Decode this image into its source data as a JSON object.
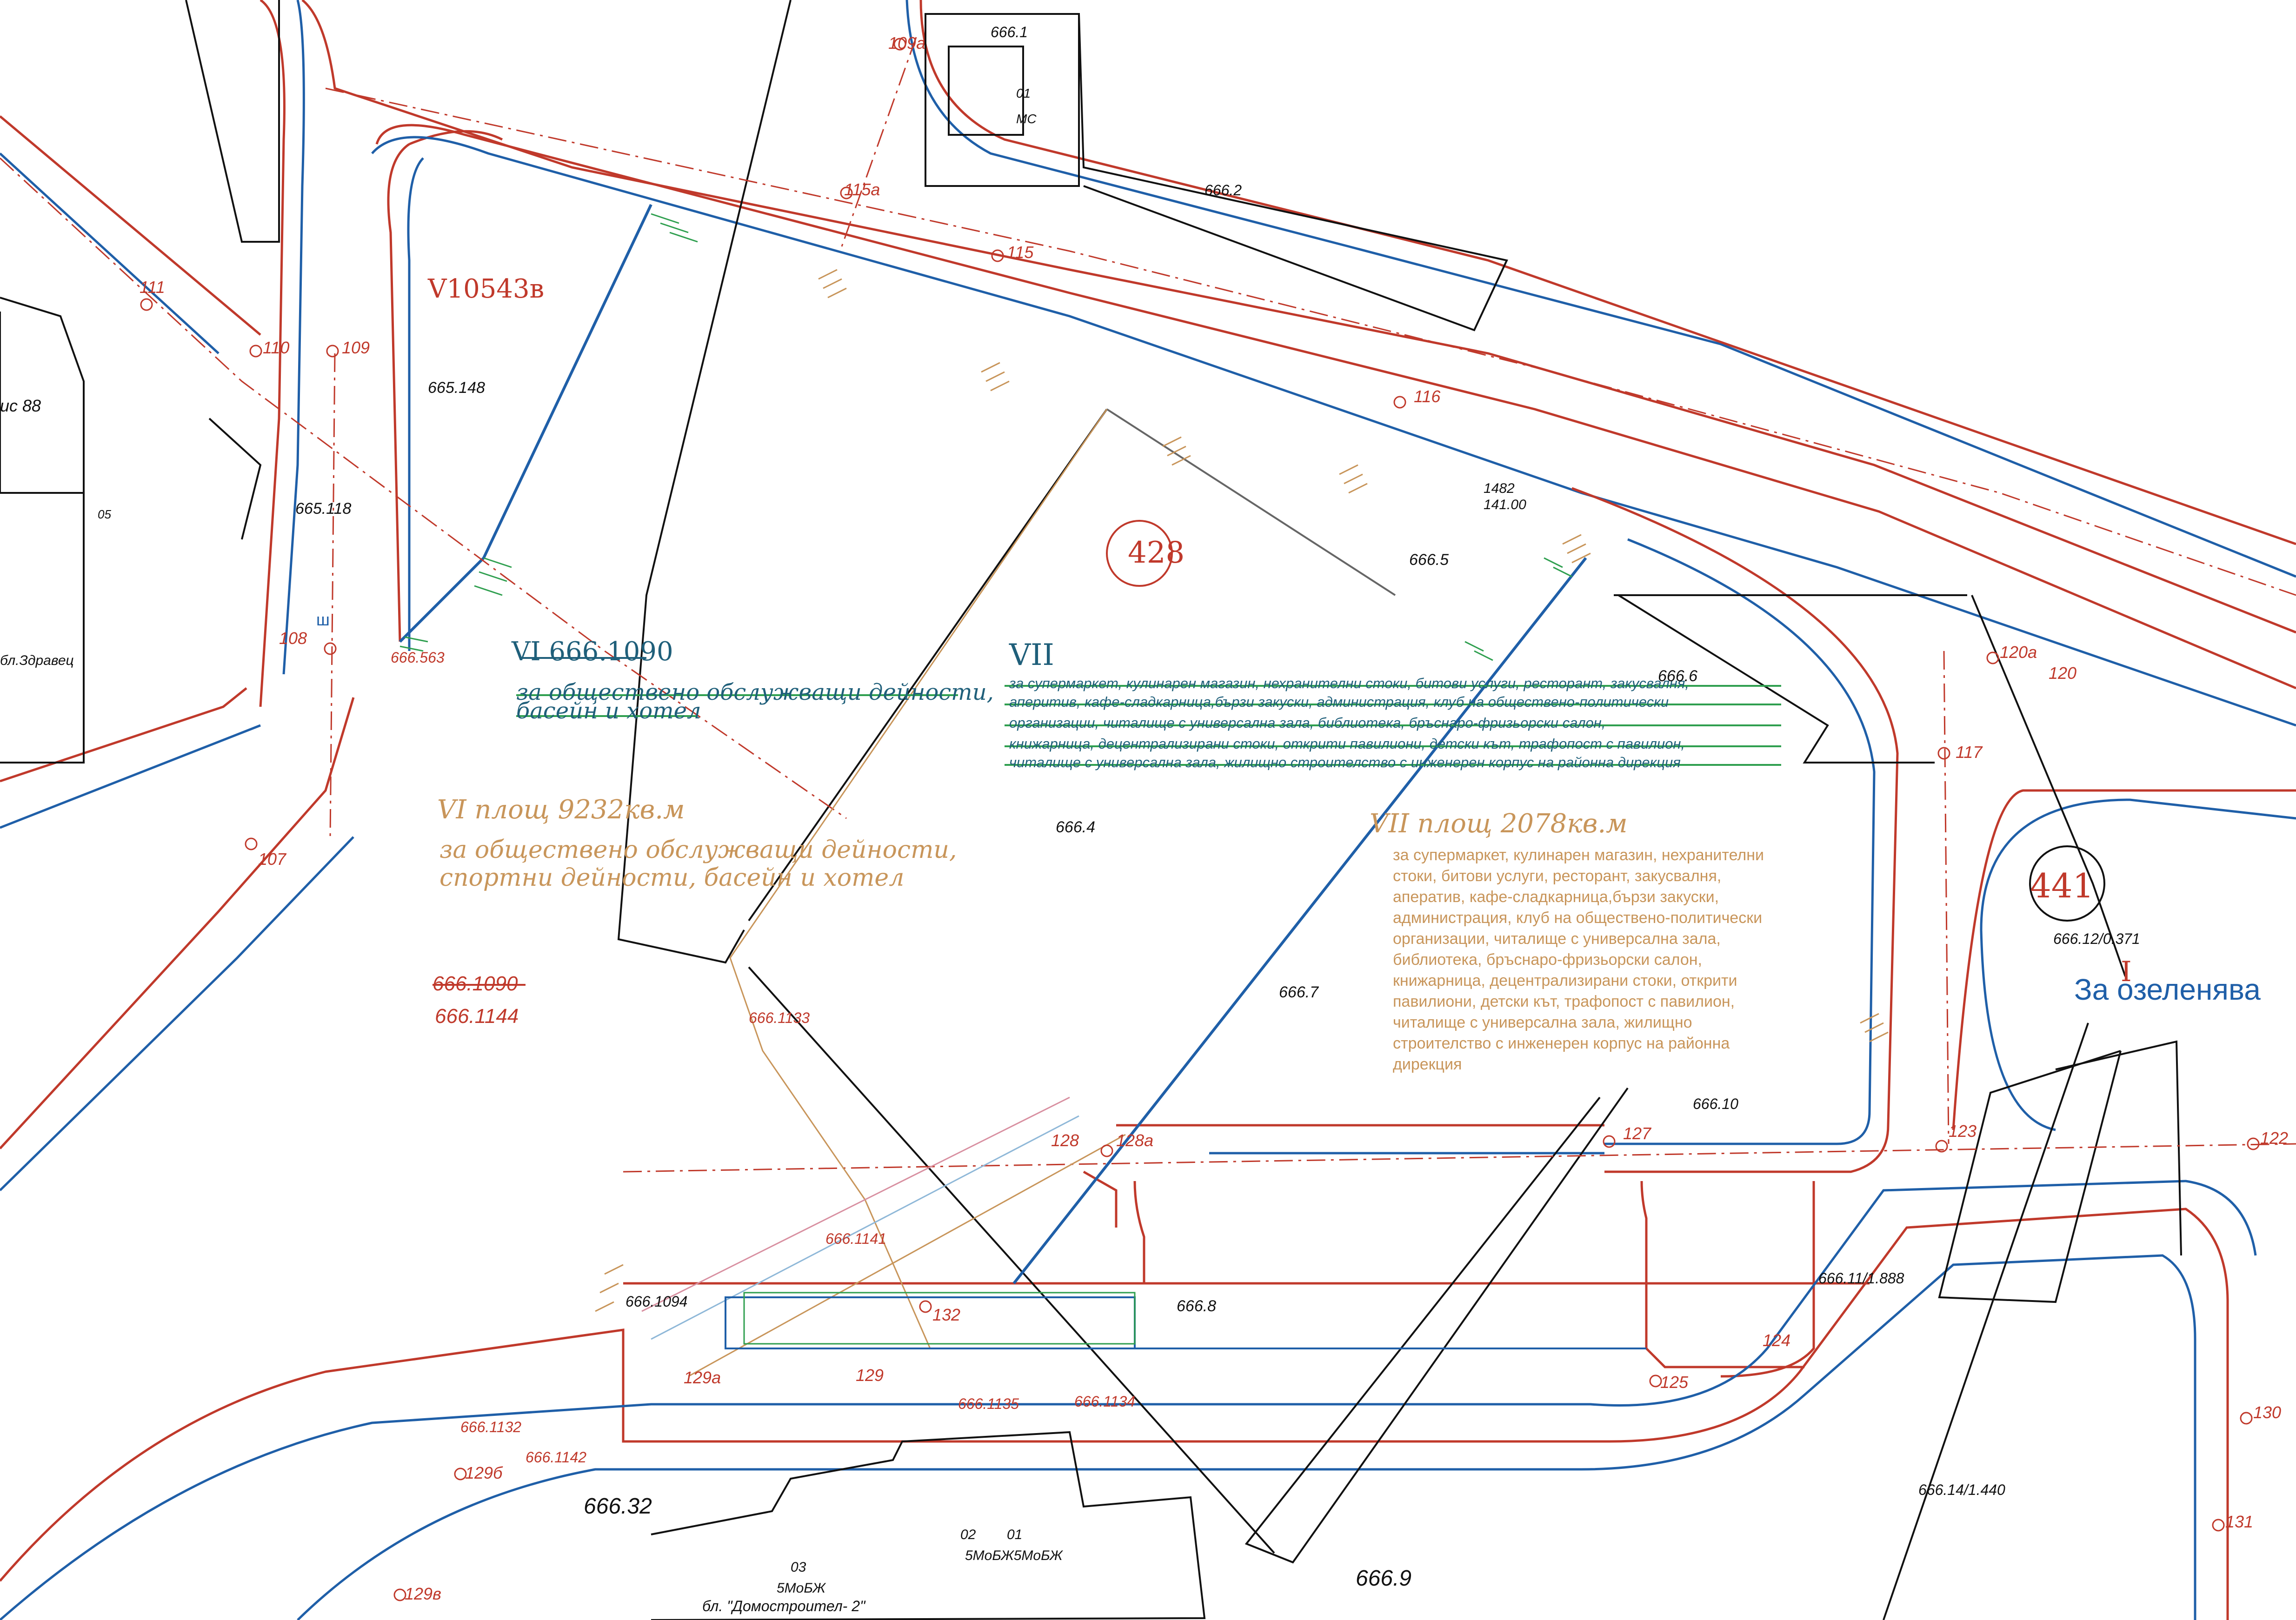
{
  "map": {
    "upi_labels": {
      "v10543b": "V10543в",
      "vi_old": "VI 666.1090",
      "vii": "VII",
      "vi_new": "VI площ 9232кв.м",
      "vii_new": "VII площ 2078кв.м",
      "block_441": "441",
      "block_428": "428",
      "i_label": "I",
      "greening": "За озеленява"
    },
    "purposes": {
      "vi_old_line1": "за обществено обслужващи дейности,",
      "vi_old_line2": "басейн и хотел",
      "vi_new_line1": "за обществено обслужващи дейности,",
      "vi_new_line2": "спортни дейности, басейн и хотел",
      "vii_old_lines": [
        "за супермаркет, кулинарен магазин, нехранителни стоки, битови услуги, ресторант, закусвалня,",
        "аперитив, кафе-сладкарница,бързи закуски, администрация, клуб на обществено-политически",
        "организации, читалище с универсална зала, библиотека, бръснаро-фризьорски салон,",
        "книжарница, децентрализирани стоки, открити павилиони, детски кът, трафопост с павилион,",
        "читалище с универсална зала, жилищно строителство с инженерен корпус на районна дирекция"
      ],
      "vii_new_lines": [
        "за супермаркет, кулинарен магазин, нехранителни",
        "стоки, битови услуги, ресторант, закусвалня,",
        "аператив, кафе-сладкарница,бързи закуски,",
        "администрация, клуб на обществено-политически",
        "организации, читалище с универсална зала,",
        "библиотека, бръснаро-фризьорски салон,",
        "книжарница, децентрализирани стоки, открити",
        "павилиони, детски кът, трафопост с павилион,",
        "читалище с универсална зала, жилищно",
        "строителство с инженерен корпус на районна",
        "дирекция"
      ]
    },
    "parcels": {
      "p666_1": "666.1",
      "p666_2": "666.2",
      "p666_148": "665.148",
      "p666_118": "665.118",
      "p666_563": "666.563",
      "p666_5": "666.5",
      "p666_6": "666.6",
      "p666_4": "666.4",
      "p666_7": "666.7",
      "p666_10": "666.10",
      "p666_1090": "666.1090",
      "p666_1144": "666.1144",
      "p666_1133": "666.1133",
      "p666_1141": "666.1141",
      "p666_1094": "666.1094",
      "p666_8": "666.8",
      "p666_1135": "666.1135",
      "p666_1134": "666.1134",
      "p666_1132": "666.1132",
      "p666_1142": "666.1142",
      "p666_32": "666.32",
      "p666_9": "666.9",
      "p666_11": "666.11/1.888",
      "p666_12": "666.12/0.371",
      "p666_14": "666.14/1.440",
      "p1482": "1482",
      "p141": "141.00"
    },
    "points": [
      "109a",
      "115a",
      "115",
      "111",
      "110",
      "109",
      "116",
      "108",
      "107",
      "117",
      "120a",
      "120",
      "123",
      "122",
      "127",
      "128",
      "128a",
      "129",
      "129a",
      "132",
      "125",
      "124",
      "130",
      "131",
      "129б",
      "129в"
    ],
    "buildings": {
      "ms_no": "01",
      "ms": "МС",
      "b05": "05",
      "ic88": "ис 88",
      "zdravets": "бл.Здравец",
      "b03": "03",
      "b02": "02",
      "b01": "01",
      "mob5a": "5МоБЖ",
      "mob5b": "5МоБЖ5МоБЖ",
      "domostroitel": "бл. \"Домостроител- 2\"",
      "sh": "ш"
    }
  }
}
